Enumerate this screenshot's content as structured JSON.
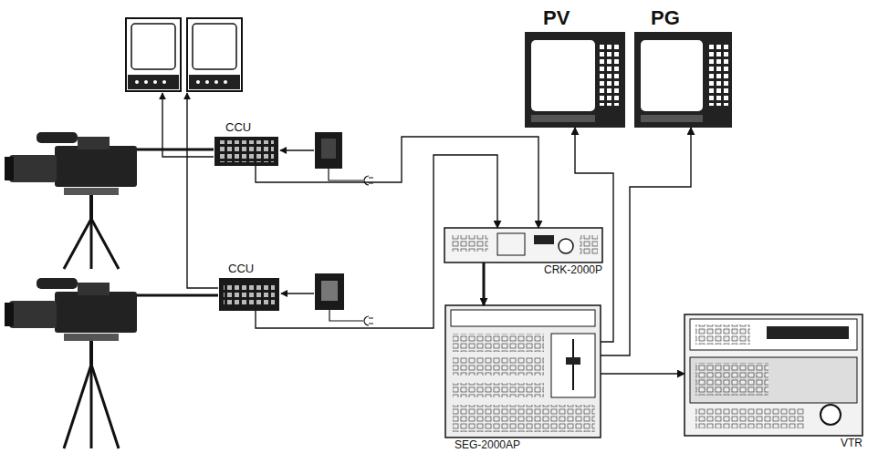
{
  "diagram": {
    "nodes": [
      {
        "text": [
          "PV"
        ]
      },
      {
        "text": [
          "PG"
        ]
      },
      {
        "text": [
          "CCU"
        ]
      },
      {
        "text": [
          "CCU"
        ]
      },
      {
        "text": [
          "CRK-2000P"
        ]
      },
      {
        "text": [
          "SEG-2000AP"
        ]
      },
      {
        "text": [
          "VTR"
        ]
      }
    ],
    "edges": [
      {
        "from": 2,
        "to": 4,
        "arrow": "to"
      },
      {
        "from": 3,
        "to": 4,
        "arrow": "to"
      },
      {
        "from": 4,
        "to": 5,
        "arrow": "to"
      },
      {
        "from": 5,
        "to": 0,
        "arrow": "to"
      },
      {
        "from": 5,
        "to": 1,
        "arrow": "to"
      },
      {
        "from": 5,
        "to": 6,
        "arrow": "to"
      }
    ]
  }
}
